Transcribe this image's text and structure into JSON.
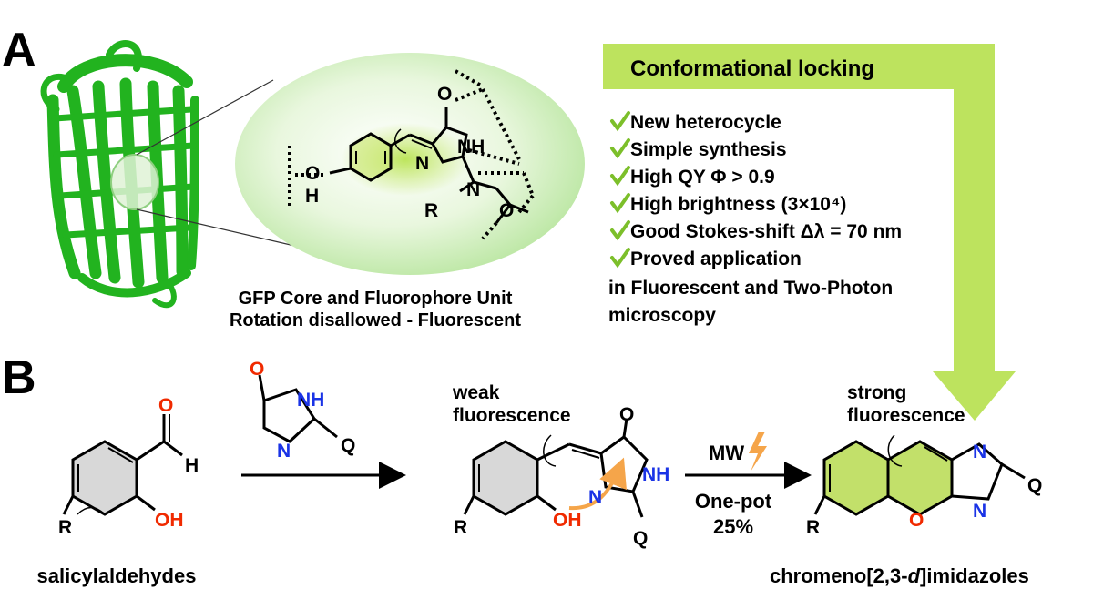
{
  "panels": {
    "a": "A",
    "b": "B"
  },
  "banner": {
    "label": "Conformational locking"
  },
  "features": [
    "New heterocycle",
    "Simple synthesis",
    "High QY Φ > 0.9",
    "High brightness (3×10⁴)",
    "Good Stokes-shift Δλ = 70 nm",
    "Proved application"
  ],
  "features_cont": [
    "in Fluorescent and Two-Photon",
    "microscopy"
  ],
  "gfp_caption": [
    "GFP Core and Fluorophore Unit",
    "Rotation disallowed - Fluorescent"
  ],
  "atoms": {
    "O": "O",
    "N": "N",
    "NH": "NH",
    "H": "H",
    "R": "R",
    "Q": "Q",
    "OH": "OH"
  },
  "reaction": {
    "reactant": "salicylaldehydes",
    "weak": [
      "weak",
      "fluorescence"
    ],
    "strong": [
      "strong",
      "fluorescence"
    ],
    "conditions_top": "MW",
    "conditions_bottom": [
      "One-pot",
      "25%"
    ],
    "product": "chromeno[2,3-",
    "product_italic": "d",
    "product_tail": "]imidazoles"
  },
  "colors": {
    "accent_green": "#c2e06a",
    "banner_green": "#bde35e",
    "protein_green": "#22b31f",
    "nitrogen_blue": "#1a33e6",
    "oxygen_red": "#f02a00",
    "arrow_orange": "#f5a54a",
    "check_green": "#7cbf2a"
  }
}
